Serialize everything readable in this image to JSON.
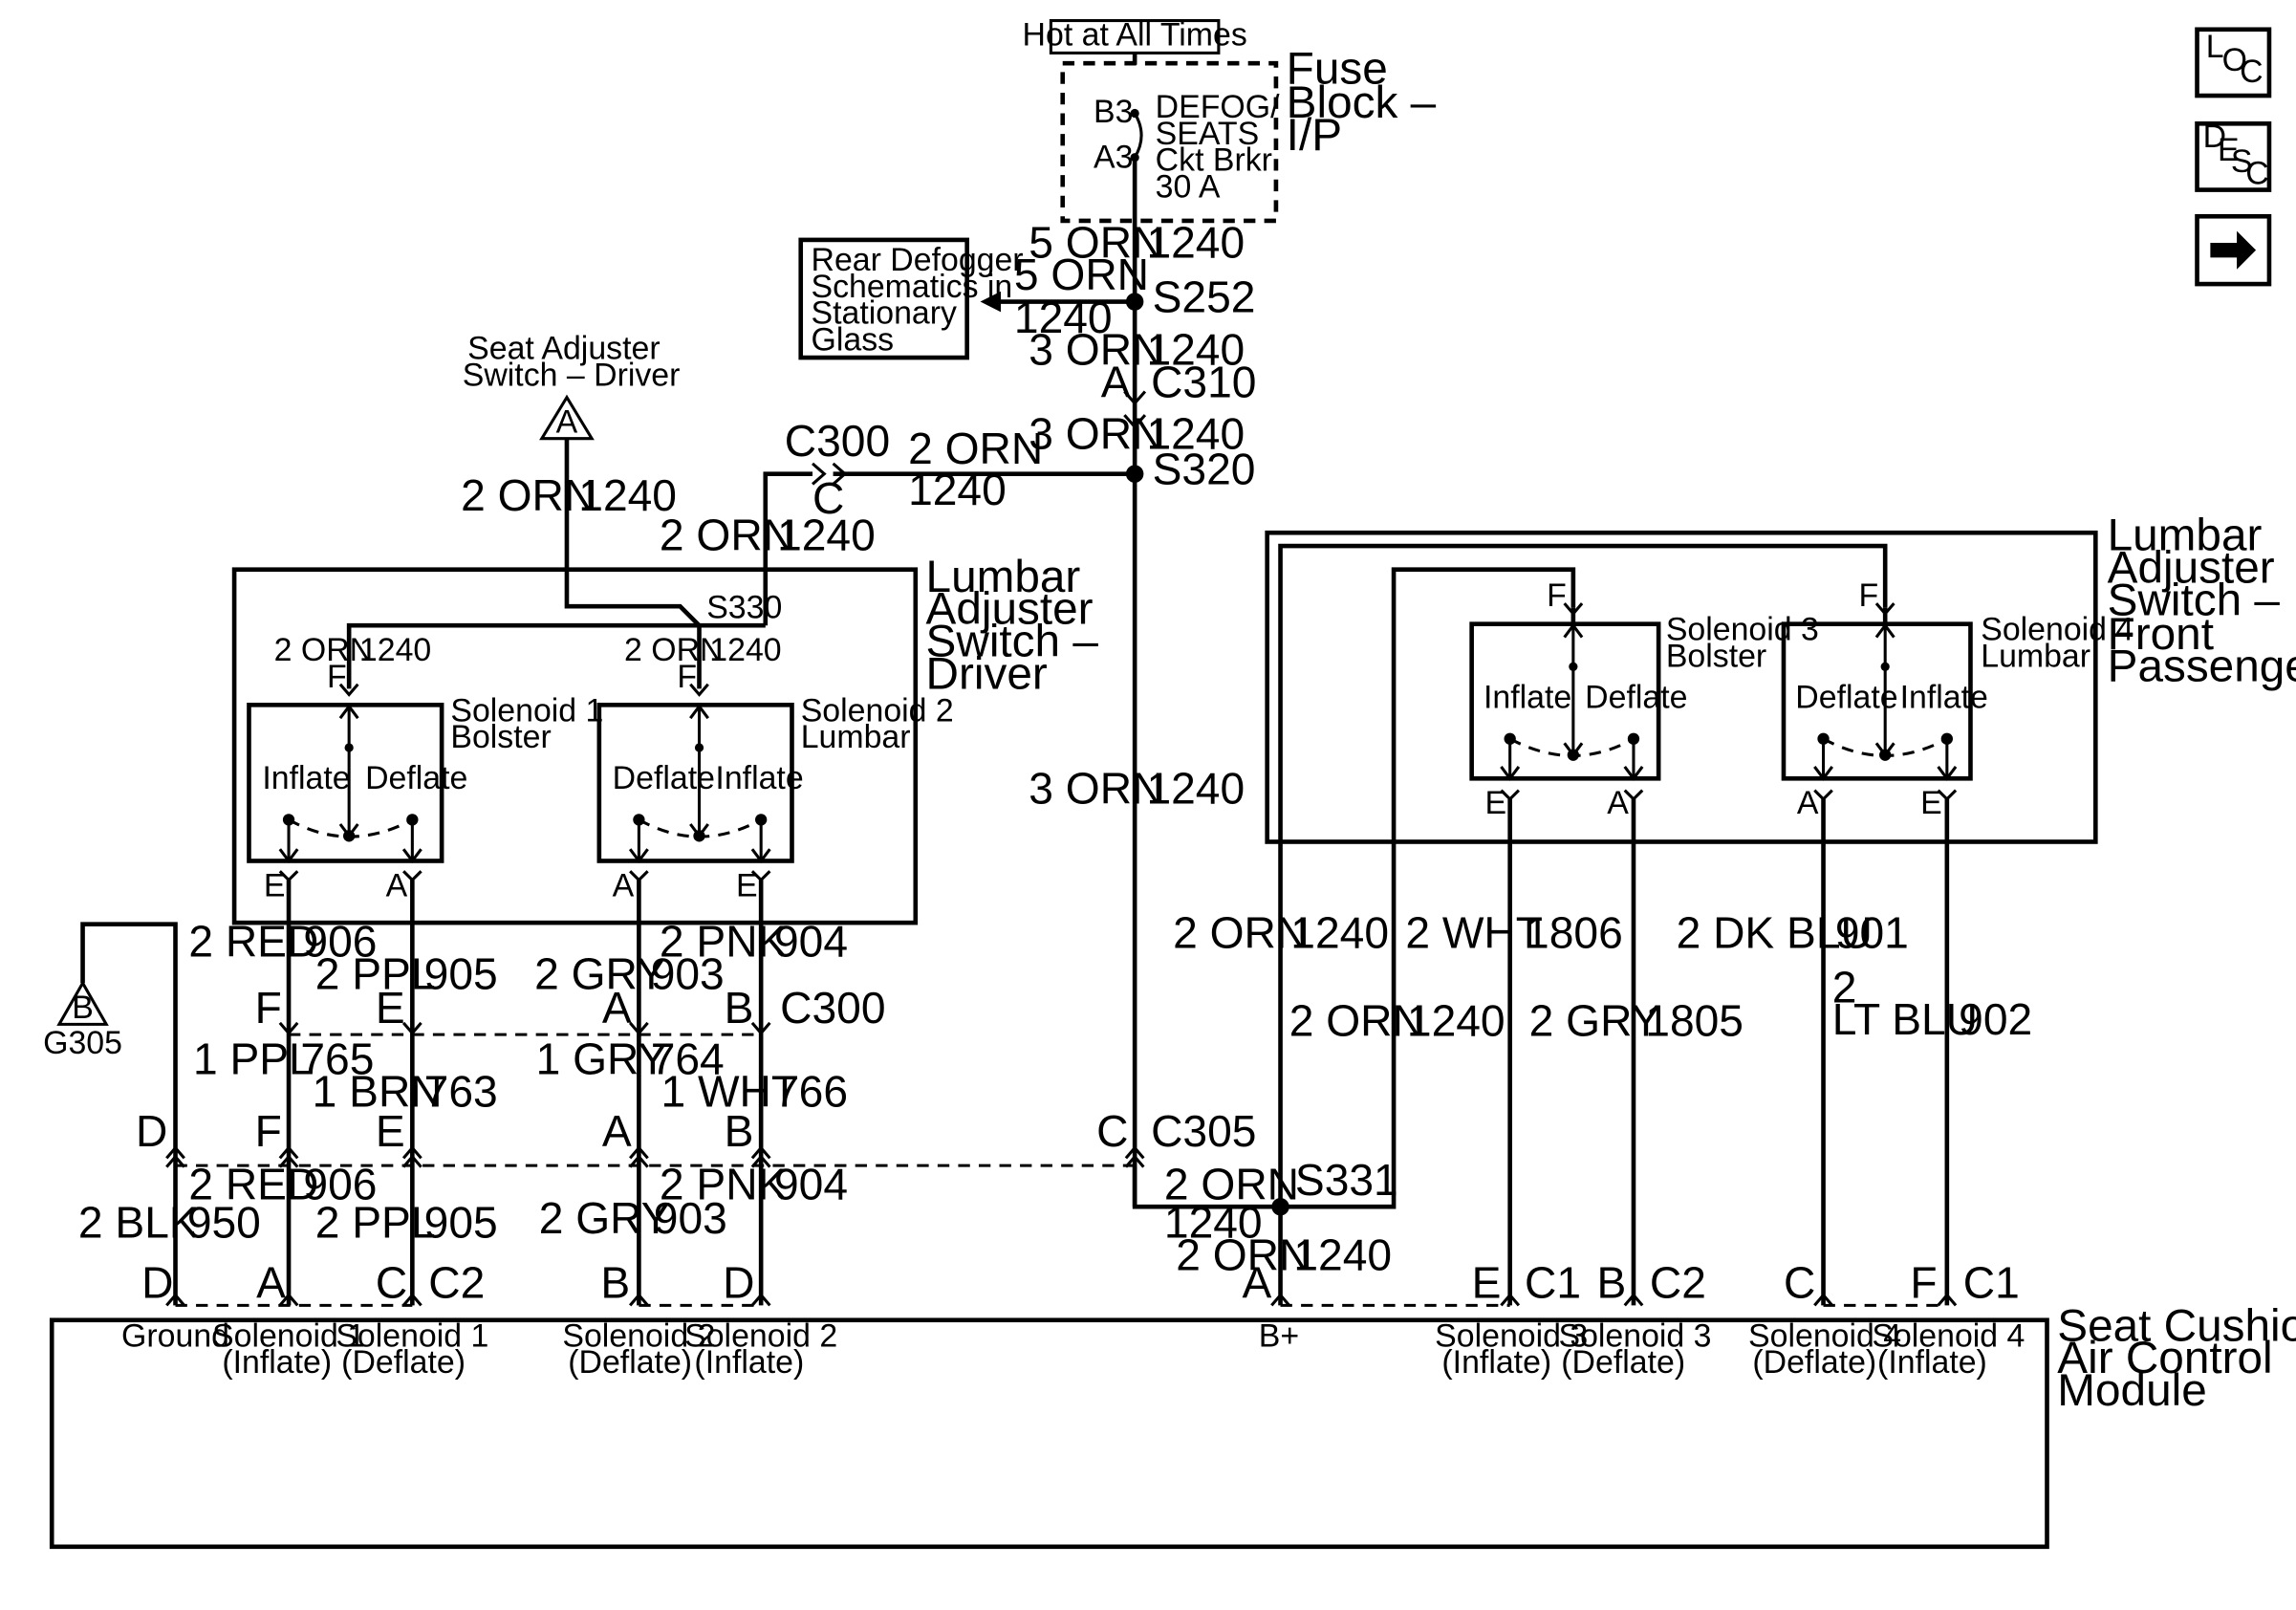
{
  "power_source": "Hot at All Times",
  "fuse_block": {
    "title": [
      "Fuse",
      "Block –",
      "I/P"
    ],
    "pins": [
      "B3",
      "A3"
    ],
    "breaker": [
      "DEFOG/",
      "SEATS",
      "Ckt Brkr",
      "30 A"
    ]
  },
  "rear_defogger": [
    "Rear Defogger",
    "Schematics in",
    "Stationary",
    "Glass"
  ],
  "seat_adjuster": {
    "label": [
      "Seat Adjuster",
      "Switch – Driver"
    ],
    "ref": "A"
  },
  "ground_ref": {
    "ref": "B",
    "label": "G305"
  },
  "nav_buttons": [
    {
      "name": "LOC",
      "letters": [
        "L",
        "O",
        "C"
      ]
    },
    {
      "name": "DESC",
      "letters": [
        "D",
        "E",
        "S",
        "C"
      ]
    },
    {
      "name": "next",
      "glyph": "➡"
    }
  ],
  "splices": [
    "S252",
    "S320",
    "S330",
    "S331"
  ],
  "connectors": [
    "C310",
    "C300",
    "C305",
    "C1",
    "C2"
  ],
  "wire_labels": {
    "main_1": [
      "5 ORN",
      "1240"
    ],
    "defog": [
      "5 ORN",
      "1240"
    ],
    "main_2": [
      "3 ORN",
      "1240"
    ],
    "main_3": [
      "3 ORN",
      "1240"
    ],
    "c300_feed": [
      "2 ORN",
      "1240"
    ],
    "seat_adj": [
      "2 ORN",
      "1240"
    ],
    "drv_feed": [
      "2 ORN",
      "1240"
    ],
    "main_4": [
      "3 ORN",
      "1240"
    ],
    "pin_a": "A",
    "pin_c": "C",
    "drv_sol1": [
      "2 ORN",
      "1240"
    ],
    "drv_sol2": [
      "2 ORN",
      "1240"
    ],
    "pass_b_plus": [
      "2 ORN",
      "1240"
    ],
    "pass_inner_1": [
      "2 ORN",
      "1240"
    ],
    "pass_inner_2": [
      "2 WHT",
      "1806"
    ],
    "pass_sol3_b": [
      "2 GRY",
      "1805"
    ],
    "pass_sol4_a": [
      "2 DK BLU",
      "901"
    ],
    "pass_sol4_b": [
      "2",
      "LT BLU",
      "902"
    ],
    "s331_in": [
      "2 ORN",
      "1240"
    ],
    "module_b_plus": [
      "2 ORN",
      "1240"
    ]
  },
  "driver_switch": {
    "title": [
      "Lumbar",
      "Adjuster",
      "Switch –",
      "Driver"
    ],
    "solenoid1": {
      "name": [
        "Solenoid 1",
        "Bolster"
      ],
      "left": "Inflate",
      "right": "Deflate"
    },
    "solenoid2": {
      "name": [
        "Solenoid 2",
        "Lumbar"
      ],
      "left": "Deflate",
      "right": "Inflate"
    }
  },
  "passenger_switch": {
    "title": [
      "Lumbar",
      "Adjuster",
      "Switch –",
      "Front",
      "Passenger"
    ],
    "solenoid3": {
      "name": [
        "Solenoid 3",
        "Bolster"
      ],
      "left": "Inflate",
      "right": "Deflate"
    },
    "solenoid4": {
      "name": [
        "Solenoid 4",
        "Lumbar"
      ],
      "left": "Deflate",
      "right": "Inflate"
    }
  },
  "driver_wires": {
    "upper": [
      {
        "color": "2 RED",
        "circuit": "906"
      },
      {
        "color": "2 PPL",
        "circuit": "905"
      },
      {
        "color": "2 GRY",
        "circuit": "903"
      },
      {
        "color": "2 PNK",
        "circuit": "904"
      }
    ],
    "middle": [
      {
        "color": "1 PPL",
        "circuit": "765"
      },
      {
        "color": "1 BRN",
        "circuit": "763"
      },
      {
        "color": "1 GRY",
        "circuit": "764"
      },
      {
        "color": "1 WHT",
        "circuit": "766"
      }
    ],
    "lower": [
      {
        "color": "2 RED",
        "circuit": "906"
      },
      {
        "color": "2 PPL",
        "circuit": "905"
      },
      {
        "color": "2 GRY",
        "circuit": "903"
      },
      {
        "color": "2 PNK",
        "circuit": "904"
      }
    ],
    "ground": {
      "color": "2 BLK",
      "circuit": "950"
    }
  },
  "module": {
    "title": [
      "Seat Cushion",
      "Air Control",
      "Module"
    ],
    "terminals": [
      {
        "line1": "Ground",
        "line2": ""
      },
      {
        "line1": "Solenoid 1",
        "line2": "(Inflate)"
      },
      {
        "line1": "Solenoid 1",
        "line2": "(Deflate)"
      },
      {
        "line1": "Solenoid 2",
        "line2": "(Deflate)"
      },
      {
        "line1": "Solenoid 2",
        "line2": "(Inflate)"
      },
      {
        "line1": "B+",
        "line2": ""
      },
      {
        "line1": "Solenoid 3",
        "line2": "(Inflate)"
      },
      {
        "line1": "Solenoid 3",
        "line2": "(Deflate)"
      },
      {
        "line1": "Solenoid 4",
        "line2": "(Deflate)"
      },
      {
        "line1": "Solenoid 4",
        "line2": "(Inflate)"
      }
    ]
  }
}
